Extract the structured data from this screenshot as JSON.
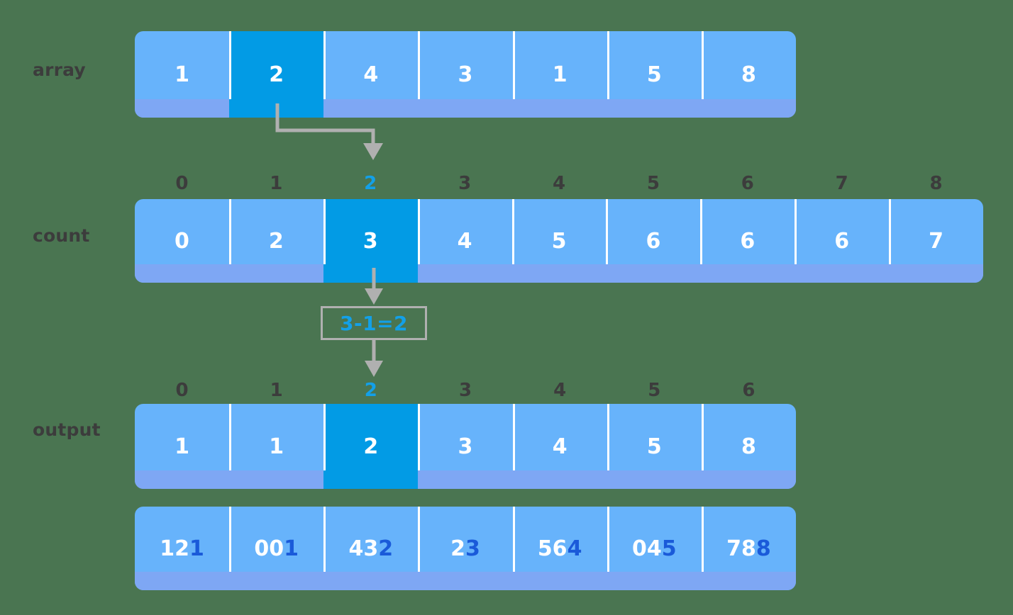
{
  "colors": {
    "background": "#4a7551",
    "cell_fill": "#67b3fb",
    "cell_base_shadow": "#7ea7f4",
    "highlight_fill": "#029be5",
    "highlight_text": "#13a0e8",
    "label_text": "#3c3c3c",
    "cell_text": "#ffffff",
    "accent_digit": "#1a5ad9",
    "connector": "#b0b0b0"
  },
  "diagram": {
    "title": "counting-sort-placement-step",
    "rows": {
      "array": {
        "label": "array",
        "values": [
          "1",
          "2",
          "4",
          "3",
          "1",
          "5",
          "8"
        ],
        "highlight_index": 1
      },
      "count": {
        "label": "count",
        "indices": [
          "0",
          "1",
          "2",
          "3",
          "4",
          "5",
          "6",
          "7",
          "8"
        ],
        "values": [
          "0",
          "2",
          "3",
          "4",
          "5",
          "6",
          "6",
          "6",
          "7"
        ],
        "highlight_index": 2
      },
      "output": {
        "label": "output",
        "indices": [
          "0",
          "1",
          "2",
          "3",
          "4",
          "5",
          "6"
        ],
        "values": [
          "1",
          "1",
          "2",
          "3",
          "4",
          "5",
          "8"
        ],
        "highlight_index": 2
      },
      "trace": {
        "label": "",
        "cells": [
          {
            "prefix": "12",
            "last": "1"
          },
          {
            "prefix": "00",
            "last": "1"
          },
          {
            "prefix": "43",
            "last": "2"
          },
          {
            "prefix": "2",
            "last": "3"
          },
          {
            "prefix": "56",
            "last": "4"
          },
          {
            "prefix": "04",
            "last": "5"
          },
          {
            "prefix": "78",
            "last": "8"
          }
        ]
      }
    },
    "formula": {
      "text": "3-1=2"
    }
  }
}
